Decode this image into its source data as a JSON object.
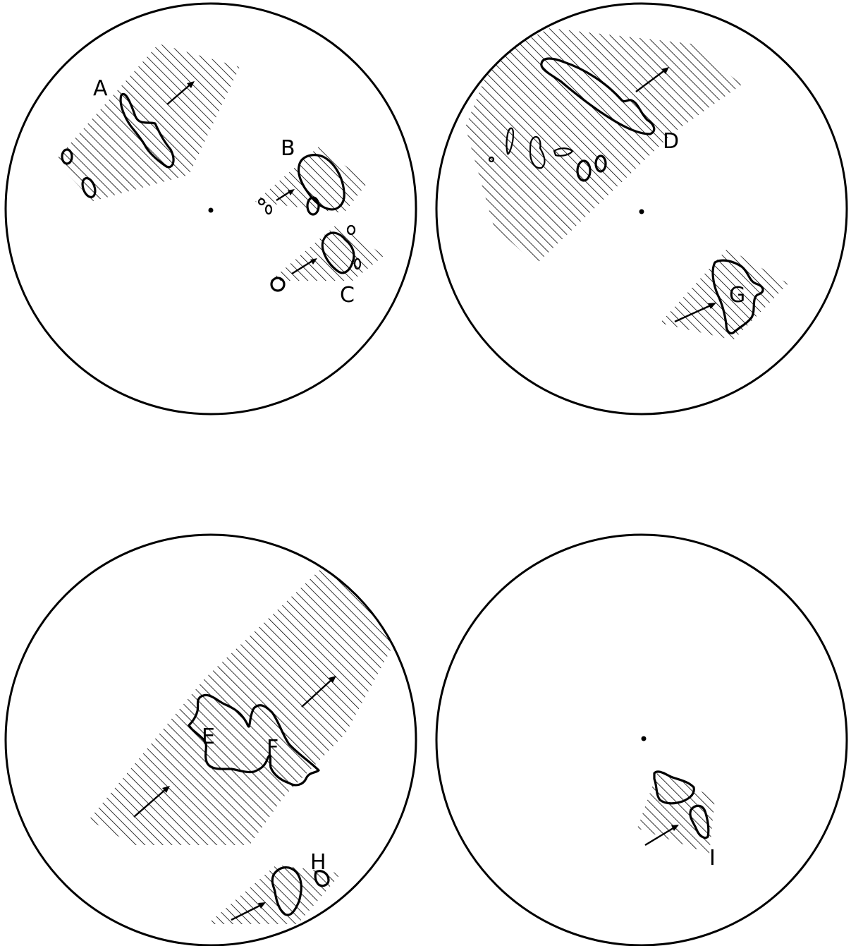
{
  "panels": [
    {
      "labels": [
        "A",
        "B",
        "C"
      ]
    },
    {
      "labels": [
        "D",
        "G"
      ]
    },
    {
      "labels": [
        "E",
        "F",
        "H"
      ]
    },
    {
      "labels": [
        "I"
      ]
    }
  ],
  "colors": {
    "ink": "#000000",
    "paper": "#ffffff"
  }
}
